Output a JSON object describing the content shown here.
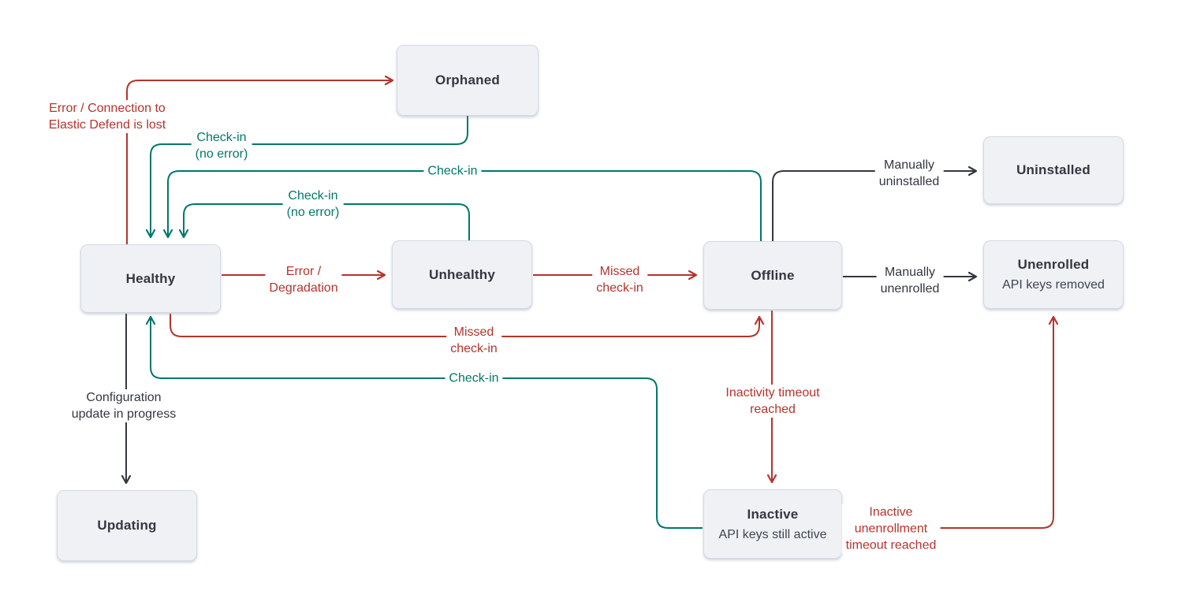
{
  "diagram": {
    "colors": {
      "error": "#b5342b",
      "success": "#00786b",
      "neutral": "#343741",
      "node_fill": "#f0f1f4",
      "node_border": "#d3dae6",
      "node_text": "#343741",
      "node_subtext": "#3e4551"
    },
    "nodes": {
      "orphaned": {
        "label": "Orphaned"
      },
      "uninstalled": {
        "label": "Uninstalled"
      },
      "healthy": {
        "label": "Healthy"
      },
      "unhealthy": {
        "label": "Unhealthy"
      },
      "offline": {
        "label": "Offline"
      },
      "unenrolled": {
        "label": "Unenrolled",
        "sublabel": "API keys removed"
      },
      "updating": {
        "label": "Updating"
      },
      "inactive": {
        "label": "Inactive",
        "sublabel": "API keys still active"
      }
    },
    "edge_labels": {
      "error_connection": "Error / Connection to\nElastic Defend is lost",
      "checkin_no_error_orphaned": "Check-in\n(no error)",
      "checkin_offline": "Check-in",
      "checkin_no_error_unhealthy": "Check-in\n(no error)",
      "error_degradation": "Error /\nDegradation",
      "missed_checkin_unhealthy": "Missed\ncheck-in",
      "missed_checkin_healthy": "Missed\ncheck-in",
      "checkin_inactive": "Check-in",
      "configuration_update": "Configuration\nupdate in progress",
      "manually_uninstalled": "Manually\nuninstalled",
      "manually_unenrolled": "Manually\nunenrolled",
      "inactivity_timeout": "Inactivity timeout\nreached",
      "inactive_unenrollment_timeout": "Inactive\nunenrollment\ntimeout reached"
    }
  }
}
